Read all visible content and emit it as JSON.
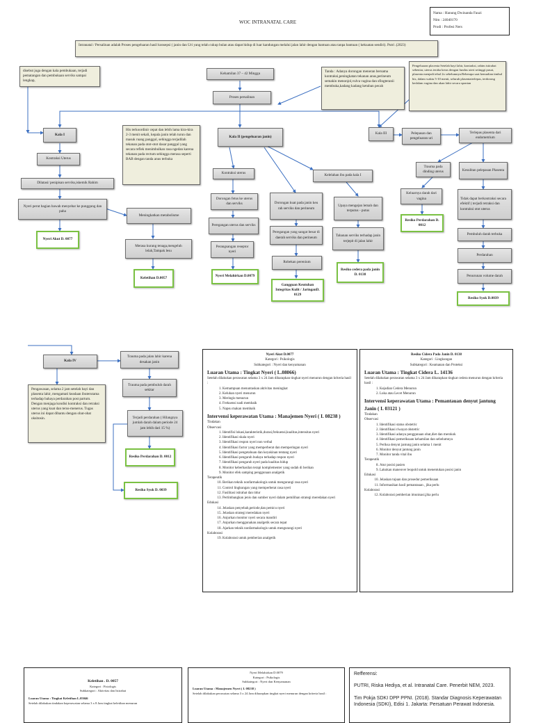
{
  "title": "WOC INTRANATAL CARE",
  "identity": {
    "name": "Nama : Hanung Dwinanda Fauzi",
    "nim": "Nim : 24040170",
    "prodi": "Prodi : Profesi Ners"
  },
  "definition": "Intranatal / Persalinan adalah Proses pengeluaran hasil konsepsi ( janin dan Uri yang telah cukup bulan atau dapat hidup di luar kandungan melalui jalan lahir dengan bantuan atau tanpa bantuan ( kekuatan sendiri). Putri .(2023)",
  "nodes": {
    "kala1_note": "disebut juga dengan kala pembukaan, terjadi pematangan dan pembukaan serviks sampai lengkap,",
    "kehamilan": "Kehamilan 37 – 42 Minggu",
    "proses": "Proses persalinan",
    "tanda": "Tanda : Adanya dorongan meneran bersama kontraksi,peningkatan tekanan anus,perineum semakin menonjol,vulva vagina dan sfingteranii membuka,kadang kadang ketuban pecah",
    "plasenta_note": "Pengeluaran placenta Setelah bayi lahir, kontraksi, rahim istirahat sebentar, uterus teraba keras dengan fundus uteri setinggi pusat, plasenta menjadi tebal 2x sebelumnya.Beberapa saat kemudian timbul his, dalam waktu 5-10 menit, seluruh plasentaterlepas, terdorong kedalam vagina dan akan lahir secara spontan",
    "his_note": "His terkoordinir cepat dan lebih lama kira-kira 2-3 menit sekali, kepala janin telah turun dan masuk ruang panggul, sehingga terjadilah tekanan pada otot-otot dasar panggul yang secara reflek menimbulkan rasa ngedan karena tekanan pada rectum sehingga merasa seperti BAB dengan tanda anus terbuka",
    "kala1": "Kala I",
    "kala2": "Kala II (pengeluaran janin)",
    "kala3": "Kala III",
    "kontraksi_uterus": "Kontraksi Uterus",
    "dilatasi": "Dilatasi/ penipisan serviks,iskemik Rahim",
    "nyeri_perut": "Nyeri perut bagian bawah menyebar ke punggung dan paha",
    "metabolisme": "Meningkatkan metabolisme",
    "nyeri_akut": "Nyeri Akut D. 0077",
    "lelah": "Merasa kurang tenaga,mengeluh lelah,Tampak lesu",
    "keletihan": "Keletihan D.0057",
    "kontraksi_uterus2": "Kontraksi uterus",
    "dorongan_fetus": "Dorongan fetus ke uterus dan serviks",
    "peregangan_uterus": "Peregangan uterus dan serviks",
    "perangsangan": "Perangsangan reseptor nyeri",
    "nyeri_melahirkan": "Nyeri Melahirkan D.0079",
    "dorongan_kuat": "Dorongan kuat pada janin keu rah serviks dan perineum",
    "peregangan_besar": "Peregangan yang sangat besar di daerah serviks dan perineum",
    "robekan": "Robekan perenium",
    "gangguan": "Gangguan Keutuhan Integritas Kulit / JaringanD. 0129",
    "kelelahan": "Kelelahan ibu pada kala I",
    "upaya": "Upaya mengejan lemah dan terputus - putus",
    "tahanan": "Tahanan serviks terhadap janin terjepit di jalan lahir",
    "cedera_janin": "Resiko cedera pada janin D. 0138",
    "pelepasan": "Pelepasan dan pengeluaran uri",
    "terlepas": "Terlepas plasenta dari endometrium",
    "trauma_dinding": "Trauma pada dinding uterus",
    "kesulitan": "Kesulitan pelepasan Plasenta",
    "keluarnya": "Keluarnya darah dari vagina",
    "perdarahan_r1": "Resiko Perdarahan D. 0012",
    "tidak_dapat": "Tidak dapat berkontraksi secara efektif ( terjadi retraksi dan kontraksi otot uterus",
    "pembuluh": "Pembuluh darah terbuka",
    "perdarahan": "Perdarahan",
    "penurunan": "Penurunan volume darah",
    "syok1": "Resiko Syok D.0039",
    "kala4": "Kala IV",
    "kala4_note": "Pengawasan, selama 2 jam setelah bayi dan plasenta lahir, mengamati keadaan ibuterutama terhadap bahaya perdarahan post partum. Dengan menjaga kondisi kontraksi dan retraksi uterus yang kuat dan terus-menerus. Tugas uterus ini dapat dibantu dengan obat-obat oksitosin.",
    "trauma_jalan": "Trauma pada jalan lahir karena desakan janin",
    "trauma_pembuluh": "Trauma pada pembuluh darah sekitar",
    "terjadi_perdarahan": "Terjadi perdarahan ( Hilangnya jumlah darah dalam periode 24 jam lebih dari 15 %)",
    "perdarahan_r2": "Resiko Perdarahan D. 0012",
    "syok2": "Resiko Syok D. 0039"
  },
  "panel_nyeri": {
    "title": "Nyeri Akut D.0077",
    "kategori": "Kategori : Psikologis",
    "subkategori": "Subkategori : Nyeri dan kenyamanan",
    "luaran": "Luaran Utama : Tingkat Nyeri ( L.08066)",
    "luaran_desc": "Setelah dilakukan perawatan selama 3 x 24 Jam diharapkan tingkat nyeri menurun dengan kriteria hasil :",
    "kriteria": [
      "Kemampuan menuntaskan aktivitas meningkat",
      "Keluhan nyeri menurun",
      "Meringis menurun",
      "Frekuensi nadi membaik",
      "Napsu makan membaik"
    ],
    "intervensi": "Intervensi keperawatan Utama : Manajemen Nyeri ( I. 08238 )",
    "tindakan": "Tindakan",
    "observasi": "Observasi",
    "obs_items": [
      "Identifisi lokasi,karakteristik,durasi,frekuensi,kualitas,intensitas nyeri",
      "Identifikasi skala nyeri",
      "Identifikasi respon nyeri non verbal",
      "Identifikasi factor yang memperberat dan memperingan nyeri",
      "Identifikasi pengetahuan dan keyakinan tentang nyeri",
      "Identifikasi pengaruh budaya terhadap respon nyeri",
      "Identifikasi pengaruh nyeri pada kualitas hidup",
      "Monitor keberhasilan terapi komplementer yang sudah di berikan",
      "Monitor efek samping penggunaan analgetik"
    ],
    "terapeutik": "Terapeutik",
    "ter_items": [
      "Berikan teknik nonfarmakologis untuk mengurangi rasa nyeri",
      "Control lingkungan yang memperberat rasa nyeri",
      "Fasilitasi istirahat dan tidur",
      "Pertimbangkan jenis dan sumber nyeri dalam pemilihan strategi meredakan nyeri"
    ],
    "edukasi": "Edukasi",
    "edu_items": [
      "Jelaskan penyebab,periode,dan pemicu nyeri",
      "Jelaskan strategi meredakan nyeri",
      "Anjurkan monitor nyeri secara mandiri",
      "Anjurkan menggunakan analgetik secara tepat",
      "Ajarkan teknik nonfarmakologis untuk mengurangi nyeri"
    ],
    "kolaborasi": "Kolaborasi",
    "kol_items": [
      "Kolaborasi untuk pemberian analgetik"
    ]
  },
  "panel_cedera": {
    "title": "Resiko Cidera Pada Janin D. 0138",
    "kategori": "Kategori : Lingkungan",
    "subkategori": "Subkategori : Keamanan dan Proteksi",
    "luaran": "Luaran Utama : Tingkat Cidera L. 14136",
    "luaran_desc": "Setelah dilakukan perawatan selama 3 x 24 Jam diharapkan tingkat cedera menurun dengan kriteria hasil :",
    "kriteria": [
      "Kejadian Cedera Menurun",
      "Luka atau Lecet Menurun"
    ],
    "intervensi": "Intervensi keperawatan Utama : Pemantauan denyut jantung Janin ( I. 03121 )",
    "tindakan": "Tindakan",
    "observasi": "Observasi",
    "obs_items": [
      "Identifikasi status obstetric",
      "Identifikasi riwayat obstetric",
      "Identifikasi adanya penggunaan obat,diet dan merokok",
      "Identifikasi pemeriksaan kehamilan dan sebelumnya",
      "Periksa denyut jantung janin selama 1 menit",
      "Monitor denyut jantung janin",
      "Monitor tanda vital ibu"
    ],
    "terapeutik": "Terapeutik",
    "ter_items": [
      "Atur posisi pasien",
      "Lakukan maneuver leopold untuk menentukan posisi janin"
    ],
    "edukasi": "Edukasi",
    "edu_items": [
      "Jelaskan tujuan dan prosedur pemeriksaan",
      "Informasikan hasil pemantauan , jika perlu"
    ],
    "kolaborasi": "Kolaborasi",
    "kol_items": [
      "Kolaborasi pemberian imunisasi,jika perlu"
    ]
  },
  "panel_keletihan": {
    "title": "Keletihan . D. 0057",
    "kategori": "Kategori : Fisiologis",
    "subkategori": "Subkategori : Aktivitas dan Istirahat",
    "luaran": "Luaran Utama : Tingkat Keletihan L.05046",
    "luaran_desc": "Setelah dilakukan tindakan keperawatan selama 3 x 8 Jam tingkat keletihan menurun"
  },
  "panel_melahirkan": {
    "title": "Nyeri Melahirkan D.0079",
    "kategori": "Kategori : Psikologis",
    "subkategori": "Subkategori : Nyeri dan Kenyamanan",
    "luaran": "Luaran Utama : Manajemen Nyeri ( I. 08238 )",
    "luaran_desc": "Setelah dilakukan perawatan selama 3 x 24 Jam diharapkan tingkat nyeri menurun dengan kriteria hasil :"
  },
  "references": {
    "title": "Refferensi:",
    "items": [
      "PUTRI, Riska Hediya, et al. Intranatal Care. Penerbit NEM, 2023.",
      "Tim Pokja SDKI DPP PPNI. (2018). Standar Diagnosis Keperawatan Indonesia (SDKI), Edisi 1. Jakarta: Persatuan Perawat Indonesia."
    ]
  }
}
